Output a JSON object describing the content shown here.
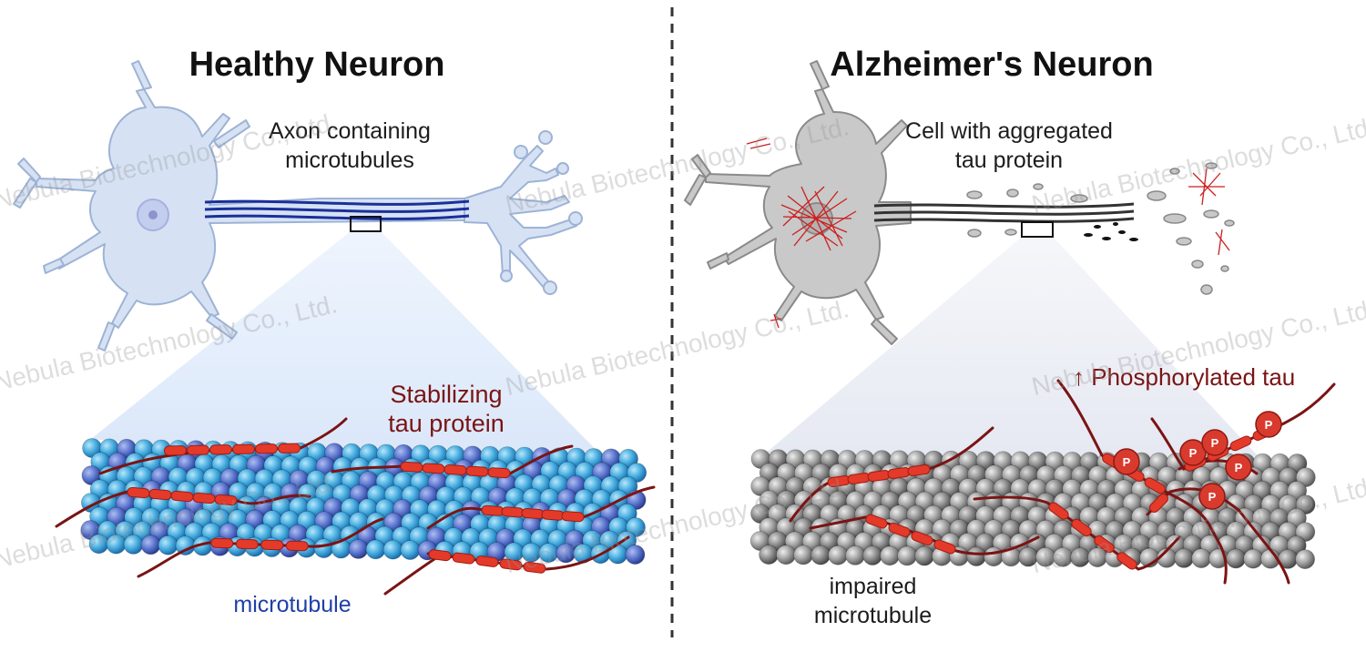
{
  "left_panel": {
    "title": "Healthy Neuron",
    "axon_caption_line1": "Axon containing",
    "axon_caption_line2": "microtubules",
    "tau_label_line1": "Stabilizing",
    "tau_label_line2": "tau protein",
    "microtubule_label": "microtubule"
  },
  "right_panel": {
    "title": "Alzheimer's Neuron",
    "cell_caption_line1": "Cell with aggregated",
    "cell_caption_line2": "tau protein",
    "phospho_label": "↑ Phosphorylated tau",
    "phospho_marker": "P",
    "microtubule_label_line1": "impaired",
    "microtubule_label_line2": "microtubule"
  },
  "watermark": "Nebula Biotechnology Co., Ltd.",
  "colors": {
    "healthy_neuron": "#d6e2f3",
    "axon_lines": "#1a2f9a",
    "tubulin": "#4fb1e0",
    "tau": "#e43a2a",
    "tau_line": "#7a1414",
    "ad_neuron": "#c4c4c4",
    "ad_tubulin": "#9c9c9c"
  }
}
